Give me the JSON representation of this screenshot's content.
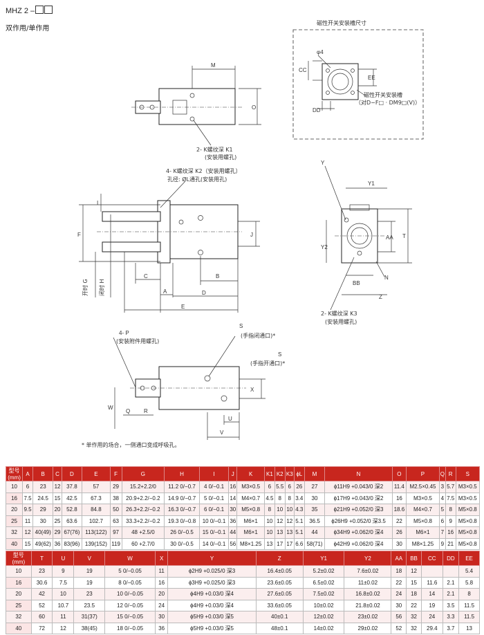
{
  "header": {
    "model_prefix": "MHZ 2 –",
    "subtitle": "双作用/单作用"
  },
  "slot_panel": {
    "title": "磁性开关安装槽尺寸",
    "slot_label": "磁性开关安装槽",
    "slot_spec": "（对D−F□ · DM9□(V)）"
  },
  "callouts": {
    "k1": "2- K螺纹深 K1",
    "k1_sub": "(安装用螺孔)",
    "k2": "4- K螺纹深 K2（安装用螺孔）",
    "hole": "孔径: ØL通孔(安装用孔)",
    "k3": "2- K螺纹深 K3",
    "k3_sub": "(安装用螺孔)",
    "p": "4- P",
    "p_sub": "(安装附件用螺孔)",
    "s_close": "(手指闭通口)*",
    "s_open": "(手指开通口)*",
    "open_g": "开时 G",
    "close_h": "闭时 H"
  },
  "dims": [
    "M",
    "O",
    "F",
    "I",
    "J",
    "C",
    "A",
    "B",
    "D",
    "E",
    "Y",
    "Y1",
    "Y2",
    "AA",
    "T",
    "BB",
    "N",
    "Z",
    "S",
    "X",
    "W",
    "Q",
    "R",
    "U",
    "V",
    "CC",
    "EE",
    "DD",
    "φ4"
  ],
  "note": "* 单作用的场合，一侧通口变成呼吸孔。",
  "table1": {
    "headers": [
      "型号\n(mm)",
      "A",
      "B",
      "C",
      "D",
      "E",
      "F",
      "G",
      "H",
      "I",
      "J",
      "K",
      "K1",
      "K2",
      "K3",
      "ϕL",
      "M",
      "N",
      "O",
      "P",
      "Q",
      "R",
      "S"
    ],
    "rows": [
      [
        "10",
        "6",
        "23",
        "12",
        "37.8",
        "57",
        "29",
        "15.2+2.2/0",
        "11.2 0/−0.7",
        "4 0/−0.1",
        "16",
        "M3×0.5",
        "6",
        "5.5",
        "6",
        "26",
        "27",
        "ϕ11H9 +0.043/0 深2",
        "11.4",
        "M2.5×0.45",
        "3",
        "5.7",
        "M3×0.5"
      ],
      [
        "16",
        "7.5",
        "24.5",
        "15",
        "42.5",
        "67.3",
        "38",
        "20.9+2.2/−0.2",
        "14.9 0/−0.7",
        "5 0/−0.1",
        "14",
        "M4×0.7",
        "4.5",
        "8",
        "8",
        "3.4",
        "30",
        "ϕ17H9 +0.043/0 深2",
        "16",
        "M3×0.5",
        "4",
        "7.5",
        "M3×0.5"
      ],
      [
        "20",
        "9.5",
        "29",
        "20",
        "52.8",
        "84.8",
        "50",
        "26.3+2.2/−0.2",
        "16.3 0/−0.7",
        "6 0/−0.1",
        "30",
        "M5×0.8",
        "8",
        "10",
        "10",
        "4.3",
        "35",
        "ϕ21H9 +0.052/0 深3",
        "18.6",
        "M4×0.7",
        "5",
        "8",
        "M5×0.8"
      ],
      [
        "25",
        "11",
        "30",
        "25",
        "63.6",
        "102.7",
        "63",
        "33.3+2.2/−0.2",
        "19.3 0/−0.8",
        "10 0/−0.1",
        "36",
        "M6×1",
        "10",
        "12",
        "12",
        "5.1",
        "36.5",
        "ϕ26H9 +0.052/0 深3.5",
        "22",
        "M5×0.8",
        "6",
        "9",
        "M5×0.8"
      ],
      [
        "32",
        "12",
        "40(49)",
        "29",
        "67(76)",
        "113(122)",
        "97",
        "48 +2.5/0",
        "26 0/−0.5",
        "15 0/−0.1",
        "44",
        "M6×1",
        "10",
        "13",
        "13",
        "5.1",
        "44",
        "ϕ34H9 +0.062/0 深4",
        "26",
        "M6×1",
        "7",
        "16",
        "M5×0.8"
      ],
      [
        "40",
        "15",
        "49(62)",
        "36",
        "83(96)",
        "139(152)",
        "119",
        "60 +2.7/0",
        "30 0/−0.5",
        "14 0/−0.1",
        "56",
        "M8×1.25",
        "13",
        "17",
        "17",
        "6.6",
        "58(71)",
        "ϕ42H9 +0.062/0 深4",
        "30",
        "M8×1.25",
        "9",
        "21",
        "M5×0.8"
      ]
    ]
  },
  "table2": {
    "headers": [
      "型号\n(mm)",
      "T",
      "U",
      "V",
      "W",
      "X",
      "Y",
      "Z",
      "Y1",
      "Y2",
      "AA",
      "BB",
      "CC",
      "DD",
      "EE"
    ],
    "rows": [
      [
        "10",
        "23",
        "9",
        "19",
        "5 0/−0.05",
        "11",
        "ϕ2H9 +0.025/0 深3",
        "16.4±0.05",
        "5.2±0.02",
        "7.6±0.02",
        "18",
        "12",
        "",
        "",
        "5.4"
      ],
      [
        "16",
        "30.6",
        "7.5",
        "19",
        "8 0/−0.05",
        "16",
        "ϕ3H9 +0.025/0 深3",
        "23.6±0.05",
        "6.5±0.02",
        "11±0.02",
        "22",
        "15",
        "11.6",
        "2.1",
        "5.8"
      ],
      [
        "20",
        "42",
        "10",
        "23",
        "10 0/−0.05",
        "20",
        "ϕ4H9 +0.03/0 深4",
        "27.6±0.05",
        "7.5±0.02",
        "16.8±0.02",
        "24",
        "18",
        "14",
        "2.1",
        "8"
      ],
      [
        "25",
        "52",
        "10.7",
        "23.5",
        "12 0/−0.05",
        "24",
        "ϕ4H9 +0.03/0 深4",
        "33.6±0.05",
        "10±0.02",
        "21.8±0.02",
        "30",
        "22",
        "19",
        "3.5",
        "11.5"
      ],
      [
        "32",
        "60",
        "11",
        "31(37)",
        "15 0/−0.05",
        "30",
        "ϕ5H9 +0.03/0 深5",
        "40±0.1",
        "12±0.02",
        "23±0.02",
        "56",
        "32",
        "24",
        "3.3",
        "11.5"
      ],
      [
        "40",
        "72",
        "12",
        "38(45)",
        "18 0/−0.05",
        "36",
        "ϕ5H9 +0.03/0 深5",
        "48±0.1",
        "14±0.02",
        "29±0.02",
        "52",
        "32",
        "29.4",
        "3.7",
        "13"
      ]
    ]
  },
  "colors": {
    "header_red": "#c8261e",
    "row_tint": "#fbeeee"
  }
}
